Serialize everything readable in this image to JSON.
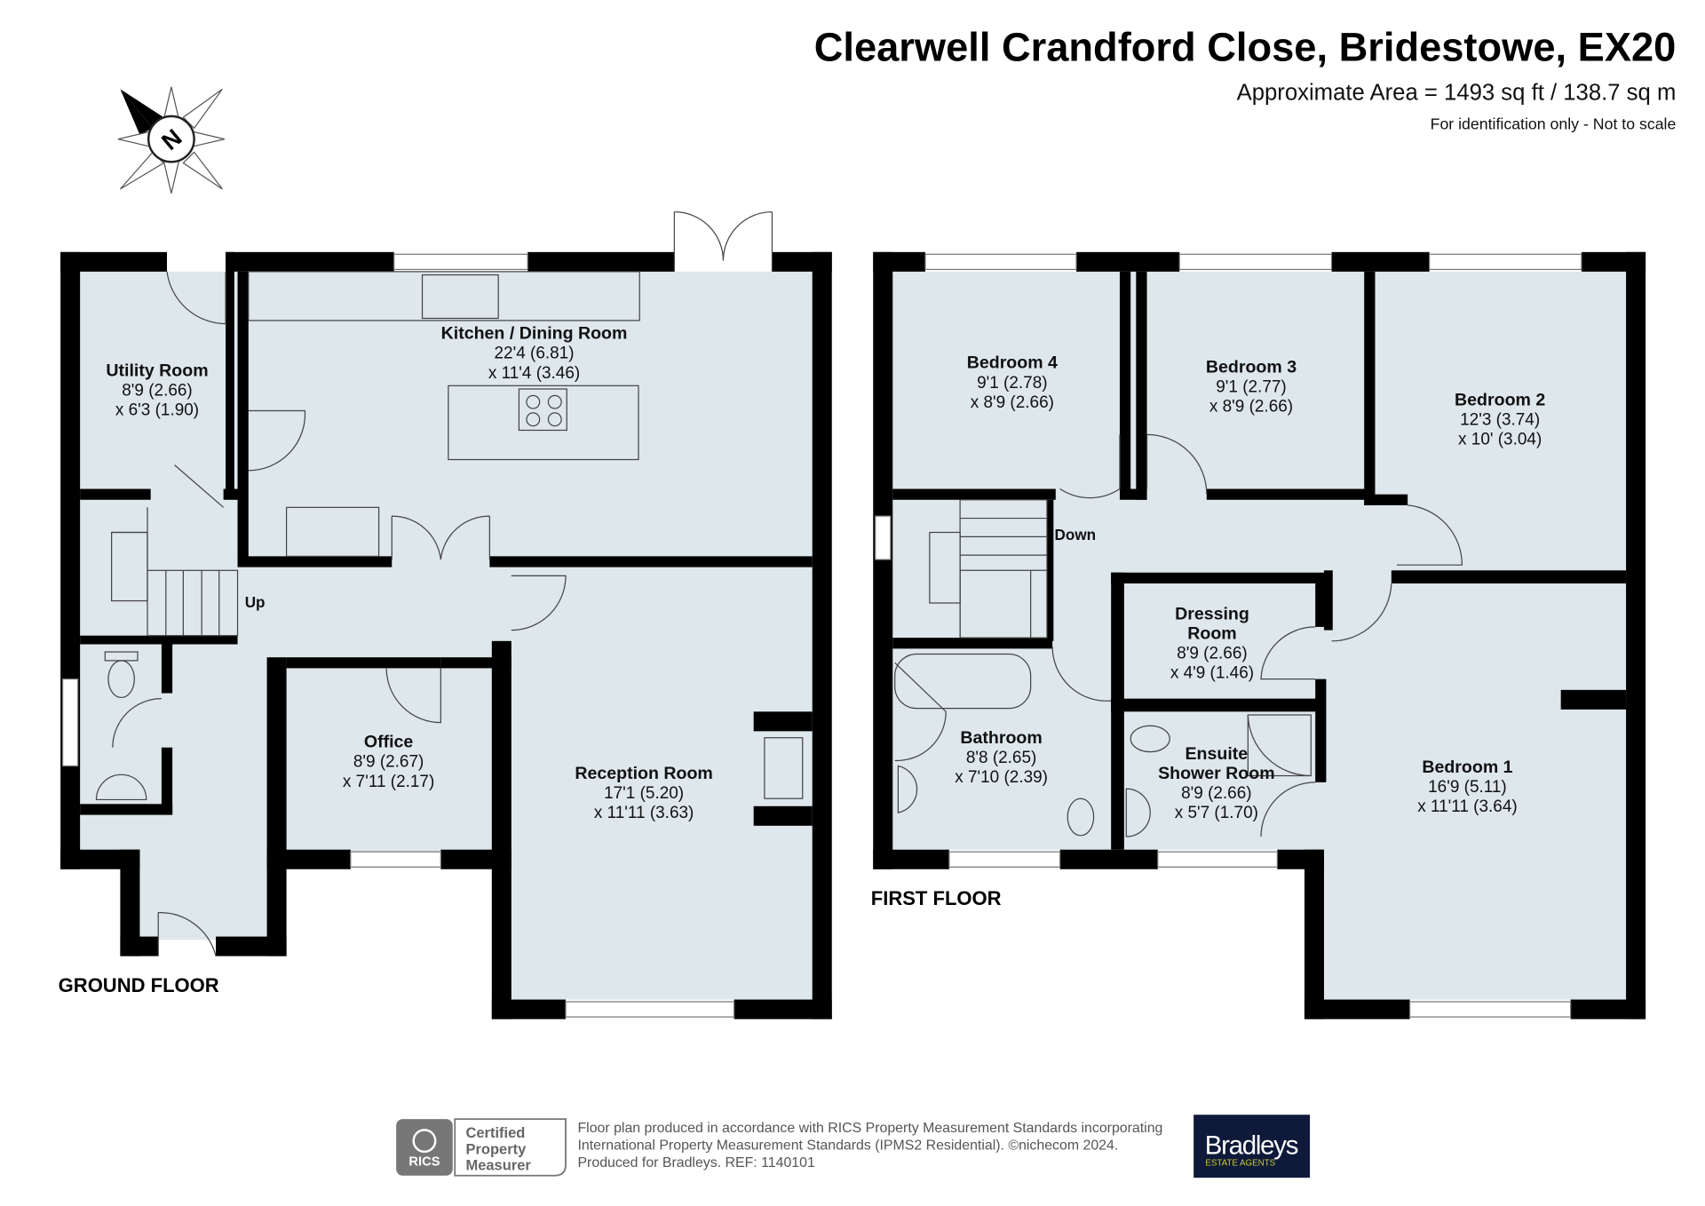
{
  "header": {
    "title": "Clearwell Crandford Close, Bridestowe, EX20",
    "area": "Approximate Area = 1493 sq ft / 138.7 sq m",
    "note": "For identification only - Not to scale"
  },
  "compass": {
    "label": "N"
  },
  "ground_floor": {
    "label": "GROUND FLOOR",
    "stairs_label": "Up",
    "rooms": [
      {
        "name": "Kitchen / Dining Room",
        "dim1": "22'4 (6.81)",
        "dim2": "x 11'4 (3.46)"
      },
      {
        "name": "Utility Room",
        "dim1": "8'9 (2.66)",
        "dim2": "x 6'3 (1.90)"
      },
      {
        "name": "Office",
        "dim1": "8'9 (2.67)",
        "dim2": "x 7'11 (2.17)"
      },
      {
        "name": "Reception Room",
        "dim1": "17'1 (5.20)",
        "dim2": "x 11'11 (3.63)"
      }
    ]
  },
  "first_floor": {
    "label": "FIRST FLOOR",
    "stairs_label": "Down",
    "rooms": [
      {
        "name": "Bedroom 4",
        "dim1": "9'1 (2.78)",
        "dim2": "x 8'9 (2.66)"
      },
      {
        "name": "Bedroom 3",
        "dim1": "9'1 (2.77)",
        "dim2": "x 8'9 (2.66)"
      },
      {
        "name": "Bedroom 2",
        "dim1": "12'3 (3.74)",
        "dim2": "x 10' (3.04)"
      },
      {
        "name": "Dressing",
        "name2": "Room",
        "dim1": "8'9 (2.66)",
        "dim2": "x 4'9 (1.46)"
      },
      {
        "name": "Bathroom",
        "dim1": "8'8 (2.65)",
        "dim2": "x 7'10 (2.39)"
      },
      {
        "name": "Ensuite",
        "name2": "Shower Room",
        "dim1": "8'9 (2.66)",
        "dim2": "x 5'7 (1.70)"
      },
      {
        "name": "Bedroom 1",
        "dim1": "16'9 (5.11)",
        "dim2": "x 11'11 (3.64)"
      }
    ]
  },
  "footer": {
    "rics_badge": "RICS",
    "certified": [
      "Certified",
      "Property",
      "Measurer"
    ],
    "lines": [
      "Floor plan produced in accordance with RICS Property Measurement Standards incorporating",
      "International Property Measurement Standards (IPMS2 Residential).   ©nichecom 2024.",
      "Produced for Bradleys.   REF:  1140101"
    ],
    "brand": "Bradleys",
    "brand_sub": "ESTATE AGENTS",
    "brand_bg": "#0f1a3a",
    "brand_sub_color": "#c9c83a"
  }
}
